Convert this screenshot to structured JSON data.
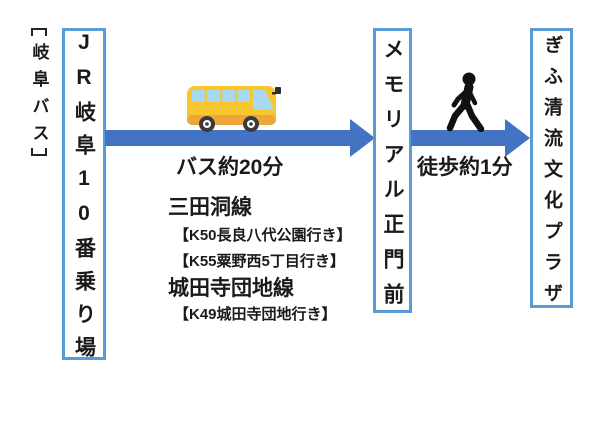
{
  "diagram": {
    "operator": "岐阜バス",
    "nodes": [
      {
        "id": "origin",
        "label": "JR岐阜10番乗り場"
      },
      {
        "id": "transfer",
        "label": "メモリアル正門前"
      },
      {
        "id": "destination",
        "label": "ぎふ清流文化プラザ"
      }
    ],
    "legs": [
      {
        "mode": "bus",
        "duration_label": "バス約20分"
      },
      {
        "mode": "walk",
        "duration_label": "徒歩約1分"
      }
    ],
    "routes": [
      {
        "line": "三田洞線",
        "services": [
          "【K50長良八代公園行き】",
          "【K55粟野西5丁目行き】"
        ]
      },
      {
        "line": "城田寺団地線",
        "services": [
          "【K49城田寺団地行き】"
        ]
      }
    ],
    "icons": [
      "bus-icon",
      "walking-person-icon"
    ],
    "colors": {
      "arrow": "#4472C4",
      "box_border": "#5B9BD5",
      "bus_body": "#F8C62F",
      "bus_shade": "#EDA63A",
      "bus_window": "#A8D9F2",
      "text": "#1A1A1A"
    }
  }
}
